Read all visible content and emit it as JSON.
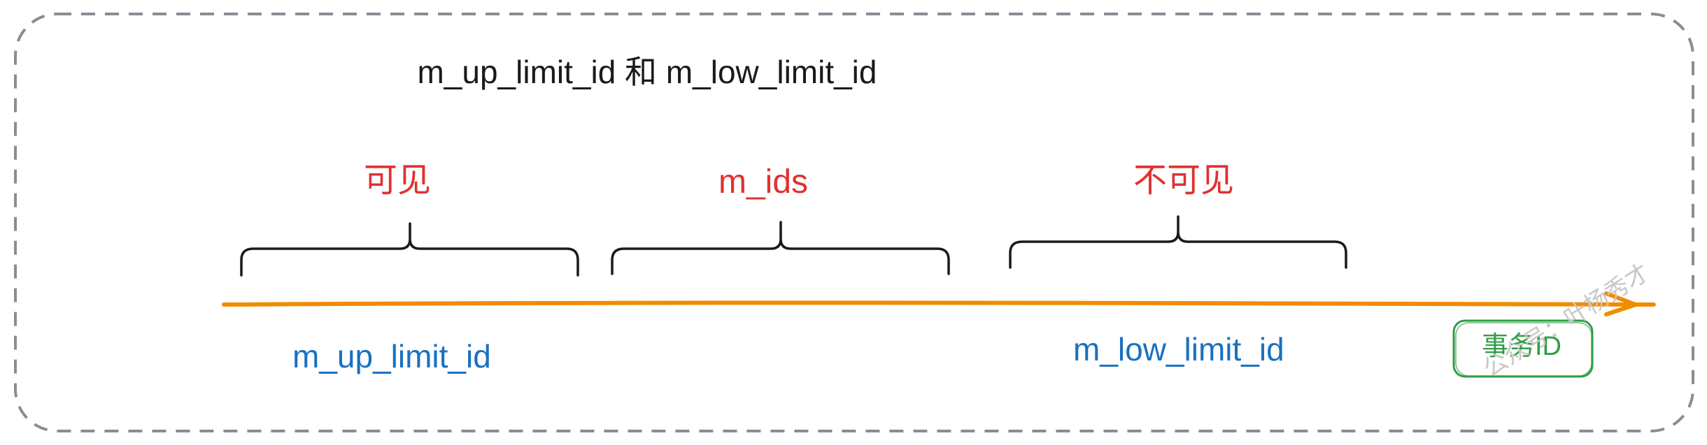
{
  "title": "m_up_limit_id 和 m_low_limit_id",
  "regions": {
    "visible": "可见",
    "active_ids": "m_ids",
    "invisible": "不可见"
  },
  "markers": {
    "up_limit": "m_up_limit_id",
    "low_limit": "m_low_limit_id"
  },
  "axis_label": "事务ID",
  "watermark": "公众号：叶杨秀才",
  "colors": {
    "frame_border": "#868e96",
    "axis": "#f08c00",
    "brace": "#1a1a1a",
    "region_text": "#e03131",
    "marker_text": "#1971c2",
    "badge": "#2f9e44"
  }
}
